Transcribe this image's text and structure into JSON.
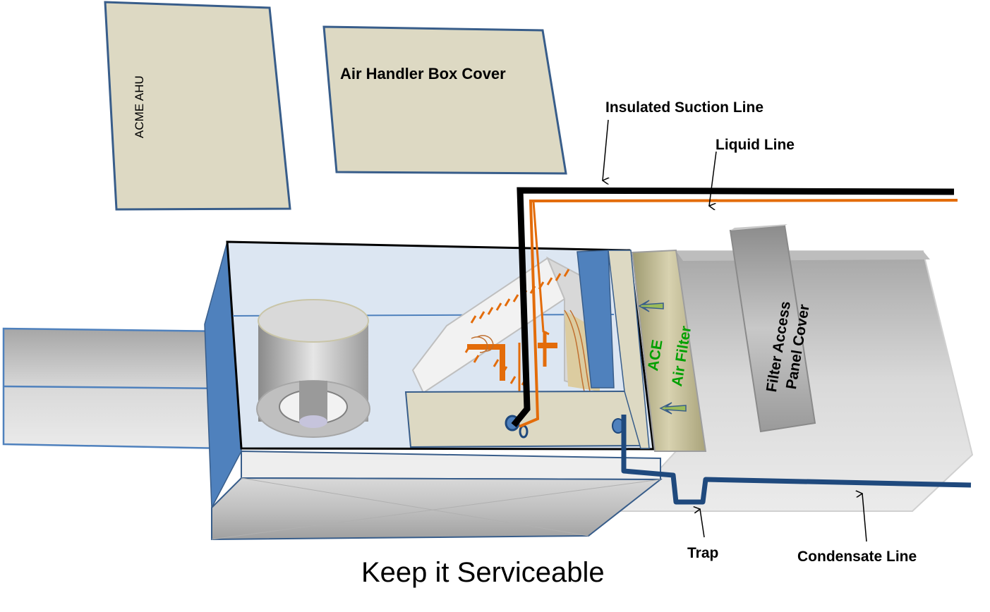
{
  "diagram": {
    "title": "Keep it Serviceable",
    "panels": {
      "ahu_cover": "ACME AHU",
      "box_cover": "Air Handler Box Cover",
      "filter_cover_line1": "Filter Access",
      "filter_cover_line2": "Panel Cover"
    },
    "filter": {
      "line1": "ACE",
      "line2": "Air  Filter"
    },
    "callouts": {
      "suction": "Insulated Suction Line",
      "liquid": "Liquid Line",
      "trap": "Trap",
      "condensate": "Condensate Line"
    },
    "colors": {
      "panel_fill": "#ddd9c3",
      "panel_stroke": "#385d8a",
      "box_interior": "#dce6f2",
      "box_blue": "#4f81bd",
      "suction_line": "#000000",
      "liquid_line": "#e36c0a",
      "condensate_line": "#1f497d",
      "filter_text": "#00a000",
      "filter_arrow": "#9bbb59"
    }
  }
}
